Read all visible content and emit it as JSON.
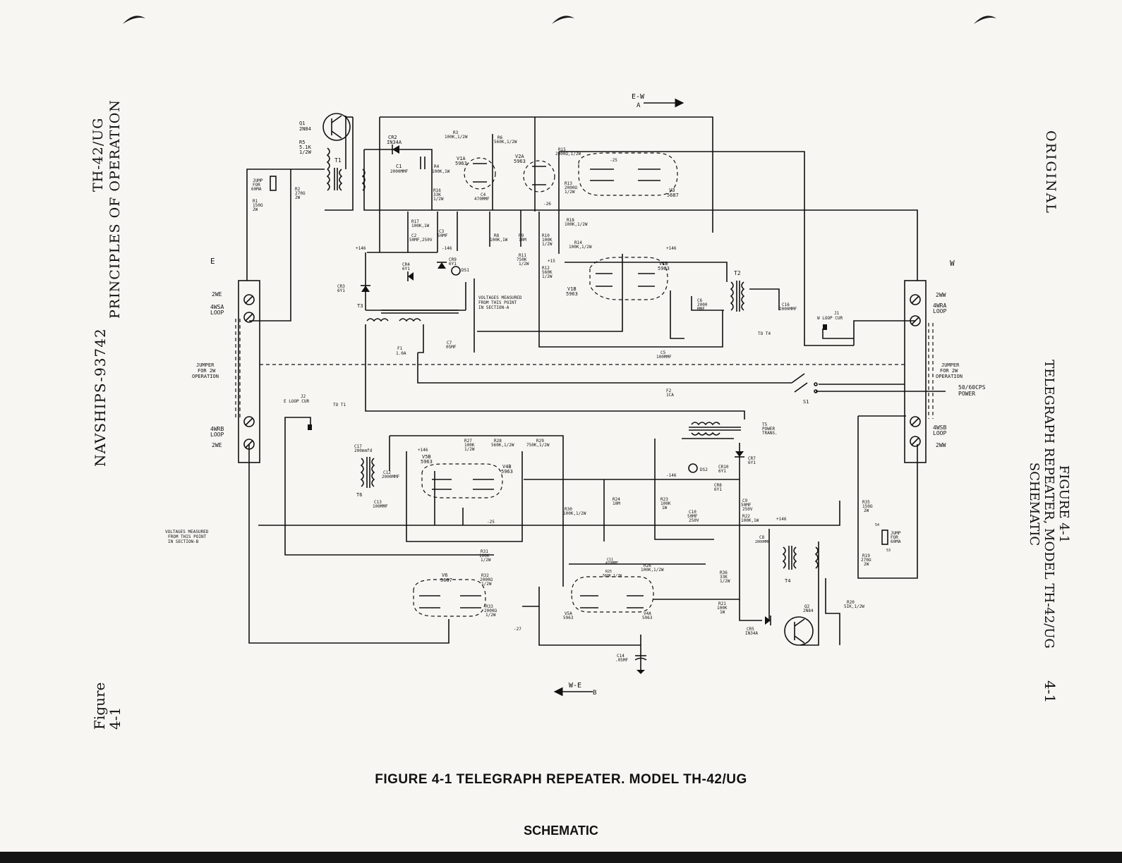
{
  "header": {
    "left_doc_number": "NAVSHIPS-93742",
    "left_section": "PRINCIPLES OF OPERATION",
    "left_model": "TH-42/UG",
    "left_figure_label": "Figure",
    "left_figure_number": "4-1",
    "right_status": "ORIGINAL",
    "right_caption_line1": "FIGURE 4-1",
    "right_caption_line2": "TELEGRAPH REPEATER, MODEL TH-42/UG",
    "right_caption_line3": "SCHEMATIC",
    "page_number": "4-1"
  },
  "caption": {
    "title": "FIGURE 4-1   TELEGRAPH REPEATER. MODEL TH-42/UG",
    "subtitle": "SCHEMATIC"
  },
  "diagram": {
    "directions": {
      "ew": "E-W",
      "ew_sub": "A",
      "we": "W-E",
      "we_sub": "B"
    },
    "sides": {
      "east": "E",
      "west": "W"
    },
    "terminals_left": {
      "t2we_top": "2WE",
      "t4wsa": "4WSA",
      "loop": "LOOP",
      "jumper1": "JUMPER",
      "jumper2": "FOR 2W",
      "jumper3": "OPERATION",
      "t4wrb": "4WRB",
      "loop2": "LOOP",
      "t2we_bot": "2WE"
    },
    "terminals_right": {
      "t2ww_top": "2WW",
      "t4wra": "4WRA",
      "loop": "LOOP",
      "jumper1": "JUMPER",
      "jumper2": "FOR 2W",
      "jumper3": "OPERATION",
      "power": "50/60CPS",
      "power2": "POWER",
      "t4wsb": "4WSB",
      "loop2": "LOOP",
      "t2ww_bot": "2WW"
    },
    "components": {
      "q1": "Q1",
      "q1v": "2N84",
      "r5": "R5",
      "r5v": "5.1K",
      "r5w": "1/2W",
      "t1": "T1",
      "jump1": "JUMP",
      "jump1b": "FOR",
      "jump1c": "60MA",
      "r1": "R1",
      "r1v": "150Ω",
      "r1w": "2W",
      "r2": "R2",
      "r2v": "270Ω",
      "r2w": "2W",
      "cr2": "CR2",
      "cr2v": "IN34A",
      "c1": "C1",
      "c1v": "2000MMF",
      "r4": "R4",
      "r4v": "100K,1W",
      "r3": "R3",
      "r3v": "100K,1/2W",
      "r6": "R6",
      "r6v": "560K,1/2W",
      "v1a": "V1A",
      "v1av": "5963",
      "v2a": "V2A",
      "v2av": "5963",
      "c4": "C4",
      "c4v": "470MMF",
      "r16": "R16",
      "r16v": "33K",
      "r16w": "1/2W",
      "r17": "R17",
      "r17v": "100K,1W",
      "c2": "C2",
      "c2v": "50MF,250V",
      "c3": "C3",
      "c3v": "50MF",
      "r8": "R8",
      "r8v": "100K,1W",
      "r9": "R9",
      "r9v": "10M",
      "r10": "R10",
      "r10v": "100K",
      "r10w": "1/2W",
      "r11": "R11",
      "r11v": "750K",
      "r11w": "1/2W",
      "r12": "R12",
      "r12v": "560K",
      "r12w": "1/2W",
      "r15": "R15",
      "r15v": "2000Ω,1/2W",
      "r13": "R13",
      "r13v": "2000Ω",
      "r13w": "1/2W",
      "v3": "V3",
      "v3v": "5687",
      "r18": "R18",
      "r18v": "100K,1/2W",
      "r14": "R14",
      "r14v": "100K,1/2W",
      "v2b": "V2B",
      "v2bv": "5963",
      "v1b": "V1B",
      "v1bv": "5963",
      "t2": "T2",
      "c6": "C6",
      "c6v": "2000",
      "c6w": "MMF",
      "c16": "C16",
      "c16v": "2000MMF",
      "cr3": "CR3",
      "cr3v": "6Y1",
      "cr4": "CR4",
      "cr4v": "6Y1",
      "cr9": "CR9",
      "cr9v": "6Y1",
      "ds1": "DS1",
      "t3": "T3",
      "f1": "F1",
      "f1v": "1.0A",
      "c7": "C7",
      "c7v": "05MF",
      "c5": "C5",
      "c5v": "100MMF",
      "note_a1": "VOLTAGES MEASURED",
      "note_a2": "FROM THIS POINT",
      "note_a3": "IN SECTION-A",
      "j1": "J1",
      "j1v": "W LOOP CUR",
      "to_t4": "TO T4",
      "j2": "J2",
      "j2v": "E LOOP CUR",
      "to_t1": "TO T1",
      "f2": "F2",
      "f2v": "1CA",
      "s1": "S1",
      "t5": "T5",
      "t5v": "POWER",
      "t5w": "TRANS.",
      "c17": "C17",
      "c17v": "200mmfd",
      "c12": "C12",
      "c12v": "2000MMF",
      "t6": "T6",
      "c13": "C13",
      "c13v": "100MMF",
      "v5b": "V5B",
      "v5bv": "5963",
      "v4b": "V4B",
      "v4bv": "5963",
      "r27": "R27",
      "r27v": "100K",
      "r27w": "1/2W",
      "r28": "R28",
      "r28v": "560K,1/2W",
      "r29": "R29",
      "r29v": "750K,1/2W",
      "r30": "R30",
      "r30v": "100K,1/2W",
      "r24": "R24",
      "r24v": "10M",
      "r23": "R23",
      "r23v": "100K",
      "r23w": "1W",
      "c10": "C10",
      "c10v": "50MF",
      "c10w": "250V",
      "c9": "C9",
      "c9v": "50MF",
      "c9w": "250V",
      "r22": "R22",
      "r22v": "100K,1W",
      "ds2": "DS2",
      "cr10": "CR10",
      "cr10v": "6Y1",
      "cr8": "CR8",
      "cr8v": "6Y1",
      "cr7": "CR7",
      "cr7v": "6Y1",
      "note_b1": "VOLTAGES MEASURED",
      "note_b2": "FROM THIS POINT",
      "note_b3": "IN SECTION-B",
      "r31": "R31",
      "r31v": "100K",
      "r31w": "1/2W",
      "v6": "V6",
      "v6v": "5687",
      "r32": "R32",
      "r32v": "2000Ω",
      "r32w": "1/2W",
      "r33": "R33",
      "r33v": "2000Ω",
      "r33w": "1/2W",
      "c11": "C11",
      "c11v": "470MMF",
      "r25": "R25",
      "r25v": "560K,1/2W",
      "r26": "R26",
      "r26v": "100K,1/2W",
      "v5a": "V5A",
      "v5av": "5963",
      "v4a": "V4A",
      "v4av": "5963",
      "c14": "C14",
      "c14v": ".05MF",
      "c8": "C8",
      "c8v": "2000MMF",
      "t4": "T4",
      "r36": "R36",
      "r36v": "33K",
      "r36w": "1/2W",
      "r21": "R21",
      "r21v": "100K",
      "r21w": "1W",
      "cr5": "CR5",
      "cr5v": "IN34A",
      "q2": "Q2",
      "q2v": "2N84",
      "r20": "R20",
      "r20v": "5IK,1/2W",
      "r35": "R35",
      "r35v": "150Ω",
      "r35w": "2W",
      "jump2": "JUMP",
      "jump2b": "FOR",
      "jump2c": "60MA",
      "r19": "R19",
      "r19v": "270Ω",
      "r19w": "2W"
    },
    "voltages": {
      "p146": "+146",
      "m146": "-146",
      "p15": "+15",
      "m26": "-26",
      "m25": "-25",
      "m27": "-27",
      "pins_54": "54",
      "pins_53": "53"
    }
  }
}
